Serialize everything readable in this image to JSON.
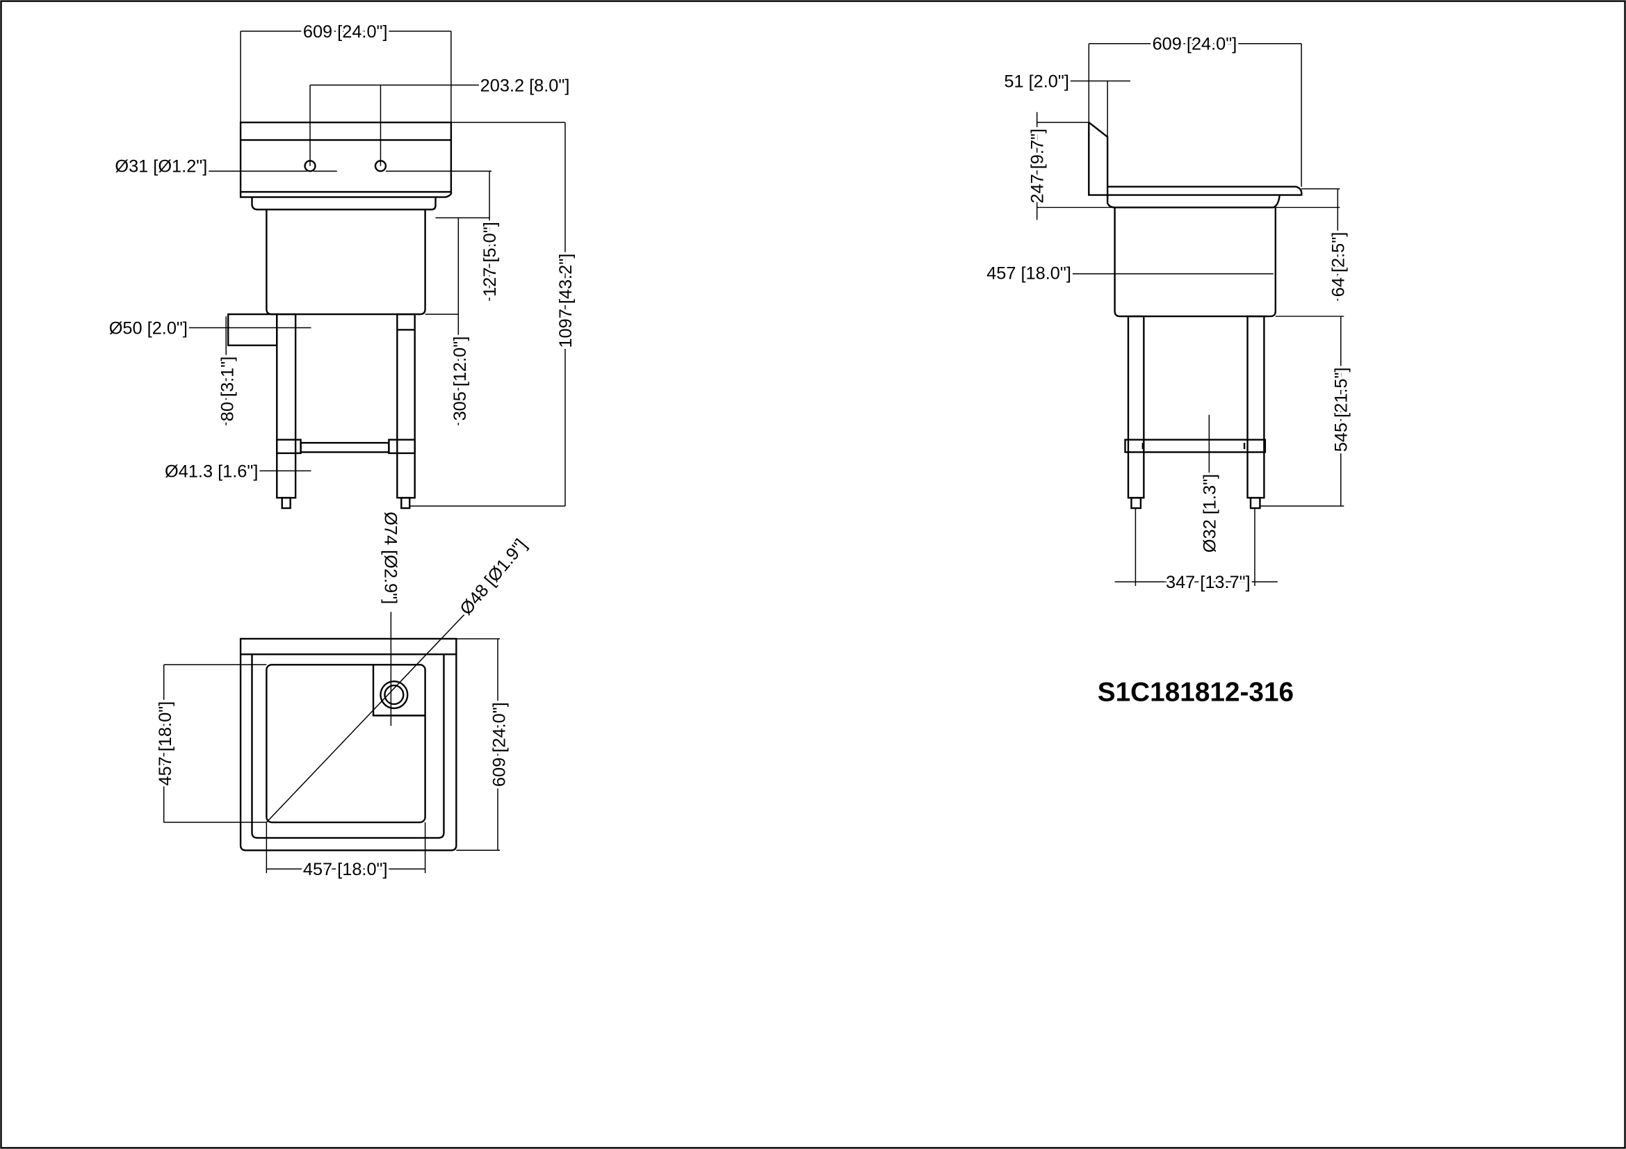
{
  "model_number": "S1C181812-316",
  "front_view": {
    "overall_width": "609 [24.0\"]",
    "faucet_spacing": "203.2 [8.0\"]",
    "faucet_hole_diameter": "Ø31 [Ø1.2\"]",
    "hole_to_bowl_top": "127 [5.0\"]",
    "overall_height": "1097 [43.2\"]",
    "bowl_depth": "305 [12.0\"]",
    "drain_pipe_diameter": "Ø50 [2.0\"]",
    "drain_pipe_offset": "80 [3.1\"]",
    "leg_diameter": "Ø41.3 [1.6\"]",
    "foot_diameter": "Ø74 [Ø2.9\"]"
  },
  "plan_view": {
    "drain_diameter": "Ø48 [Ø1.9\"]",
    "bowl_front_to_back": "457 [18.0\"]",
    "overall_depth": "609 [24.0\"]",
    "bowl_width": "457 [18.0\"]"
  },
  "side_view": {
    "overall_depth": "609 [24.0\"]",
    "backsplash_thickness": "51 [2.0\"]",
    "backsplash_height": "247 [9.7\"]",
    "bowl_front_to_back": "457 [18.0\"]",
    "rim_height": "64 [2.5\"]",
    "leg_height": "545 [21.5\"]",
    "crossbar_diameter": "Ø32 [1.3\"]",
    "leg_spacing": "347 [13.7\"]"
  }
}
